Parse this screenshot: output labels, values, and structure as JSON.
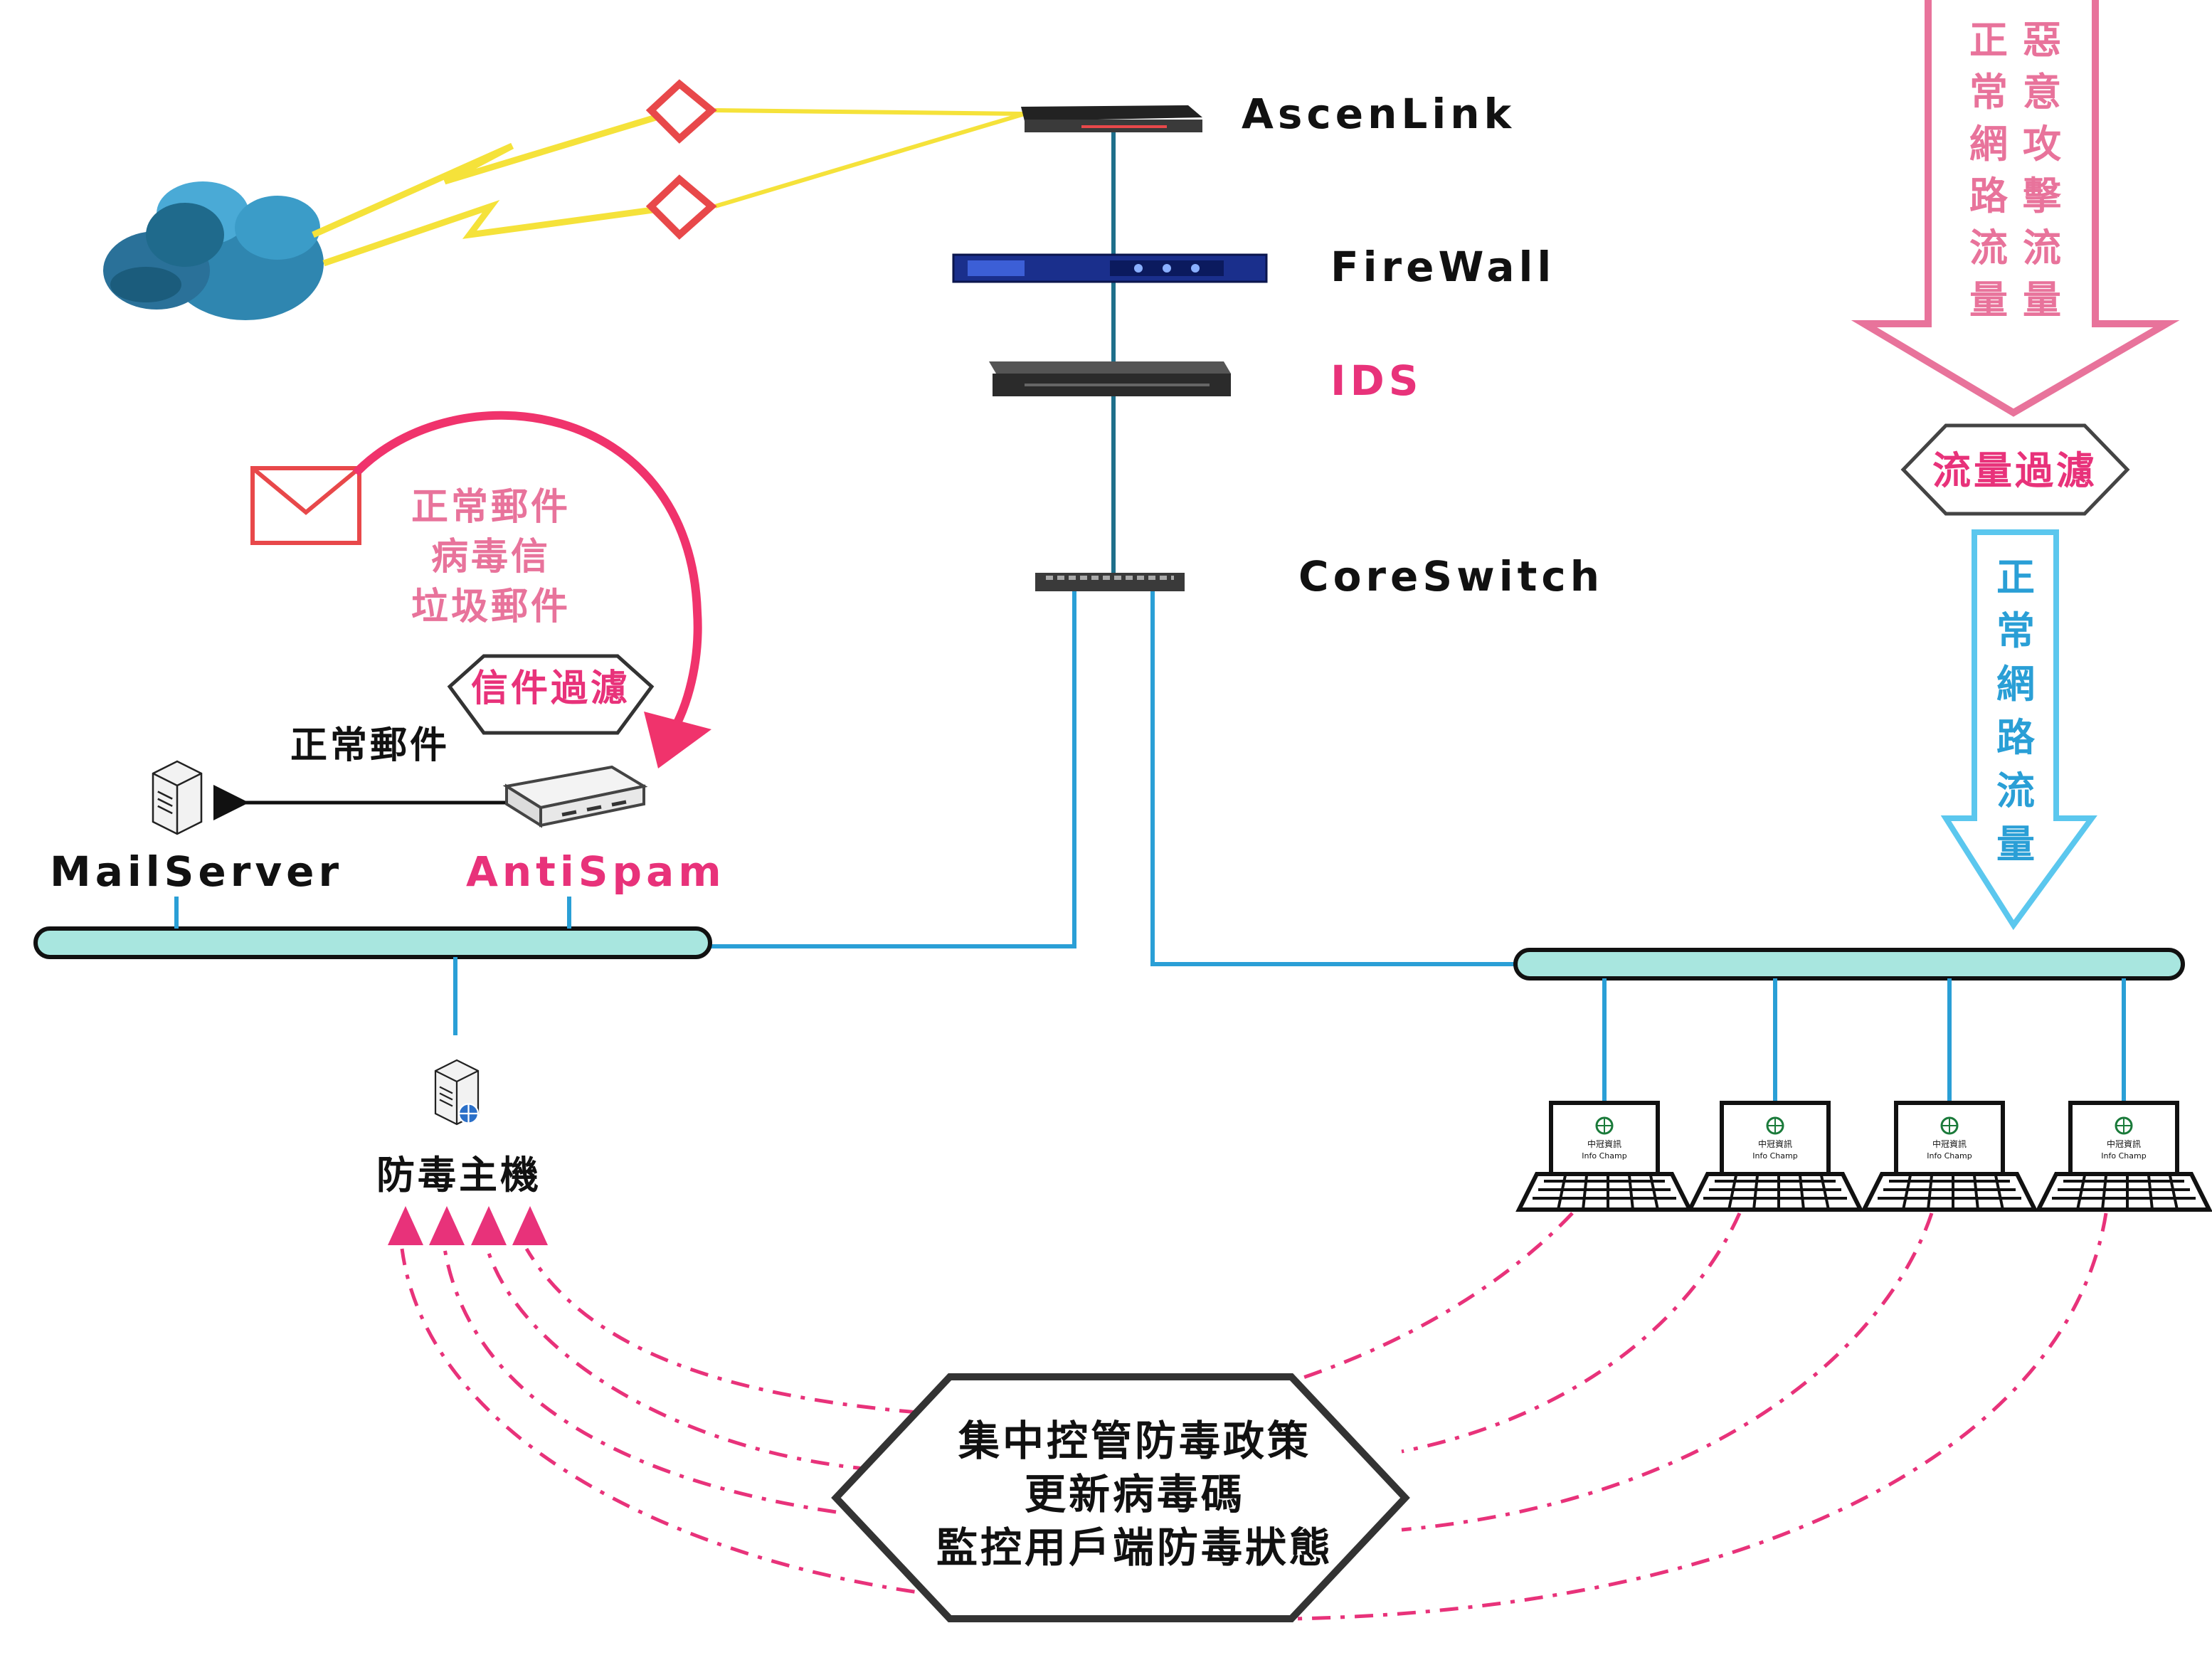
{
  "nodes": {
    "ascenlink": "AscenLink",
    "firewall": "FireWall",
    "ids": "IDS",
    "coreswitch": "CoreSwitch",
    "mailserver": "MailServer",
    "antispam": "AntiSpam",
    "antivirus_host": "防毒主機"
  },
  "mail_flow": {
    "incoming": [
      "正常郵件",
      "病毒信",
      "垃圾郵件"
    ],
    "filter": "信件過濾",
    "outgoing": "正常郵件"
  },
  "traffic": {
    "input_col1": [
      "正",
      "常",
      "網",
      "路",
      "流",
      "量"
    ],
    "input_col2": [
      "惡",
      "意",
      "攻",
      "擊",
      "流",
      "量"
    ],
    "filter": "流量過濾",
    "output": [
      "正",
      "常",
      "網",
      "路",
      "流",
      "量"
    ]
  },
  "av_policy": [
    "集中控管防毒政策",
    "更新病毒碼",
    "監控用戶端防毒狀態"
  ],
  "laptop_screen": [
    "中冠資訊",
    "Info Champ"
  ],
  "colors": {
    "pink": "#e8327a",
    "pink_light": "#e8739b",
    "blue": "#2a9fd6",
    "blue_light": "#5bc7ee",
    "teal": "#1f6f8b",
    "bar_fill": "#a8e6df",
    "yellow": "#f5e23a",
    "red": "#e8484a"
  }
}
